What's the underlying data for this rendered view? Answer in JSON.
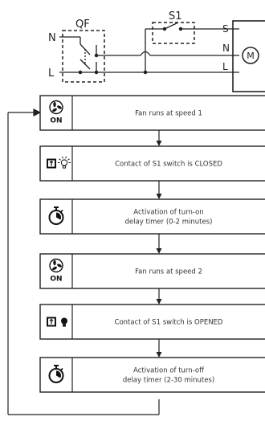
{
  "circuit": {
    "breaker_label": "QF",
    "switch_label": "S1",
    "terminal_labels": [
      "N",
      "L"
    ],
    "motor_terminals": [
      "S",
      "N",
      "L"
    ],
    "motor_symbol": "M"
  },
  "steps": [
    {
      "icon": "fan-on-icon",
      "icon_text": "ON",
      "lines": [
        "Fan runs at speed 1"
      ]
    },
    {
      "icon": "switch-closed-icon",
      "icon_text": "",
      "lines": [
        "Contact of S1 switch is CLOSED"
      ]
    },
    {
      "icon": "timer-icon",
      "icon_text": "",
      "lines": [
        "Activation of turn-on",
        "delay timer (0-2 minutes)"
      ]
    },
    {
      "icon": "fan-on-icon",
      "icon_text": "ON",
      "lines": [
        "Fan runs at speed 2"
      ]
    },
    {
      "icon": "switch-opened-icon",
      "icon_text": "",
      "lines": [
        "Contact of S1 switch is OPENED"
      ]
    },
    {
      "icon": "timer-icon",
      "icon_text": "",
      "lines": [
        "Activation of turn-off",
        "delay timer (2-30 minutes)"
      ]
    }
  ]
}
